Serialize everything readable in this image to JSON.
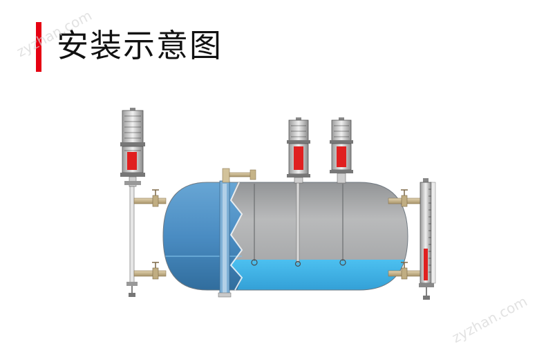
{
  "header": {
    "title": "安装示意图",
    "accent_color": "#e60012"
  },
  "watermarks": [
    "zyzhan.com",
    "zyzhan.com"
  ],
  "colors": {
    "tank_blue": "#4a90c8",
    "tank_blue_dark": "#2f6f9f",
    "tank_gray": "#a9aaab",
    "liquid": "#3fb0e6",
    "pipe": "#c8b48c",
    "gauge_red": "#e02020"
  },
  "icons": [
    "level-gauge-icon",
    "valve-icon",
    "float-switch-icon"
  ]
}
